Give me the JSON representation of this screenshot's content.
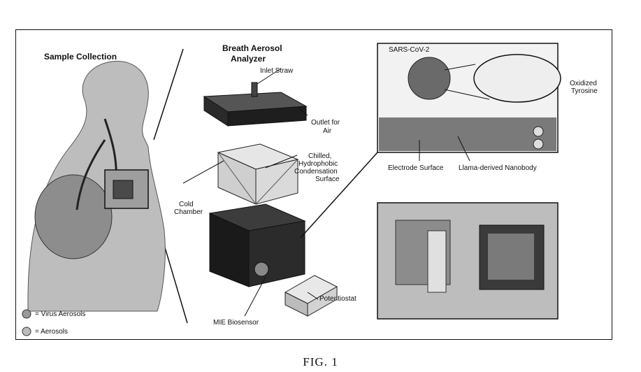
{
  "panels": {
    "sample_collection": {
      "title": "Sample Collection",
      "legend": [
        {
          "label": "= Virus Aerosols"
        },
        {
          "label": "= Aerosols"
        }
      ]
    },
    "analyzer": {
      "title_line1": "Breath Aerosol",
      "title_line2": "Analyzer",
      "inlet": "Inlet Straw",
      "outlet_line1": "Outlet for",
      "outlet_line2": "Air",
      "surface_line1": "Chilled,",
      "surface_line2": "Hydrophobic",
      "surface_line3": "Condensation",
      "surface_line4": "Surface",
      "chamber_line1": "Cold",
      "chamber_line2": "Chamber",
      "biosensor": "MIE Biosensor",
      "potentiostat": "Potentiostat"
    },
    "sensor": {
      "virus": "SARS-CoV-2",
      "tyrosine_line1": "Oxidized",
      "tyrosine_line2": "Tyrosine",
      "electrode": "Electrode Surface",
      "nanobody": "Llama-derived Nanobody"
    }
  },
  "caption": "FIG. 1"
}
